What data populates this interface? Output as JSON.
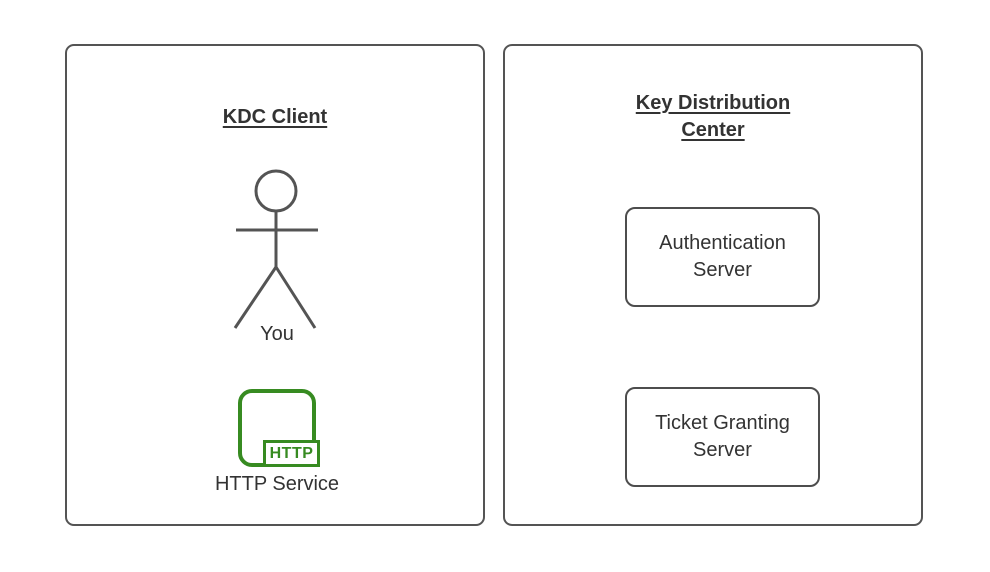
{
  "colors": {
    "background": "#ffffff",
    "panel_border": "#545454",
    "box_border": "#4d4d4d",
    "text": "#333333",
    "http_green": "#378b21"
  },
  "left_panel": {
    "title": "KDC Client",
    "actor": {
      "icon": "stick-figure-person-icon",
      "label": "You"
    },
    "http_service": {
      "icon": "http-service-icon",
      "badge_label": "HTTP",
      "label": "HTTP Service"
    }
  },
  "right_panel": {
    "title": "Key Distribution Center",
    "boxes": [
      {
        "label": "Authentication Server"
      },
      {
        "label": "Ticket Granting Server"
      }
    ]
  }
}
